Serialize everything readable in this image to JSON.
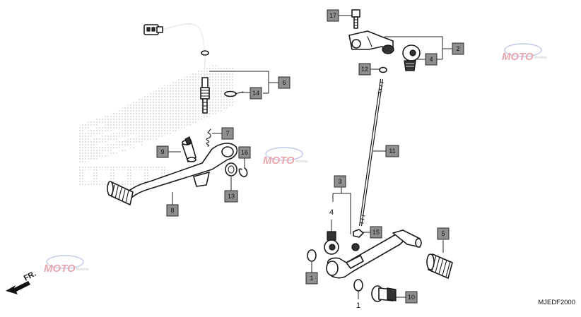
{
  "diagram_code": "MJEDF2000",
  "direction_label": "FR.",
  "watermark": {
    "brand_text": "MOTO",
    "sub_text": "Motofair"
  },
  "callouts": [
    {
      "id": "c1",
      "label": "1"
    },
    {
      "id": "c2",
      "label": "2"
    },
    {
      "id": "c3",
      "label": "3"
    },
    {
      "id": "c4",
      "label": "4"
    },
    {
      "id": "c5",
      "label": "5"
    },
    {
      "id": "c6",
      "label": "6"
    },
    {
      "id": "c7",
      "label": "7"
    },
    {
      "id": "c8",
      "label": "8"
    },
    {
      "id": "c9",
      "label": "9"
    },
    {
      "id": "c10",
      "label": "10"
    },
    {
      "id": "c11",
      "label": "11"
    },
    {
      "id": "c12",
      "label": "12"
    },
    {
      "id": "c13",
      "label": "13"
    },
    {
      "id": "c14",
      "label": "14"
    },
    {
      "id": "c15",
      "label": "15"
    },
    {
      "id": "c16",
      "label": "16"
    },
    {
      "id": "c17",
      "label": "17"
    }
  ],
  "plain_labels": [
    {
      "id": "p4",
      "label": "4"
    },
    {
      "id": "p1",
      "label": "1"
    }
  ]
}
